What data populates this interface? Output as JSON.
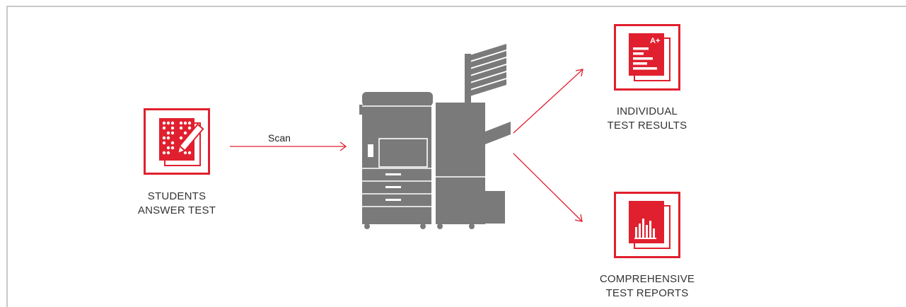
{
  "steps": {
    "students": {
      "line1": "STUDENTS",
      "line2": "ANSWER TEST",
      "icon": "answer-sheet-pencil-icon"
    },
    "scan": {
      "label": "Scan"
    },
    "machine": {
      "icon": "multifunction-printer-scanner-icon"
    },
    "individual": {
      "line1": "INDIVIDUAL",
      "line2": "TEST RESULTS",
      "icon": "graded-paper-icon",
      "grade": "A+"
    },
    "reports": {
      "line1": "COMPREHENSIVE",
      "line2": "TEST REPORTS",
      "icon": "bar-chart-report-icon"
    }
  },
  "colors": {
    "accent": "#e0202e",
    "machine": "#7a7a7b",
    "frame": "#c8c8c8"
  }
}
